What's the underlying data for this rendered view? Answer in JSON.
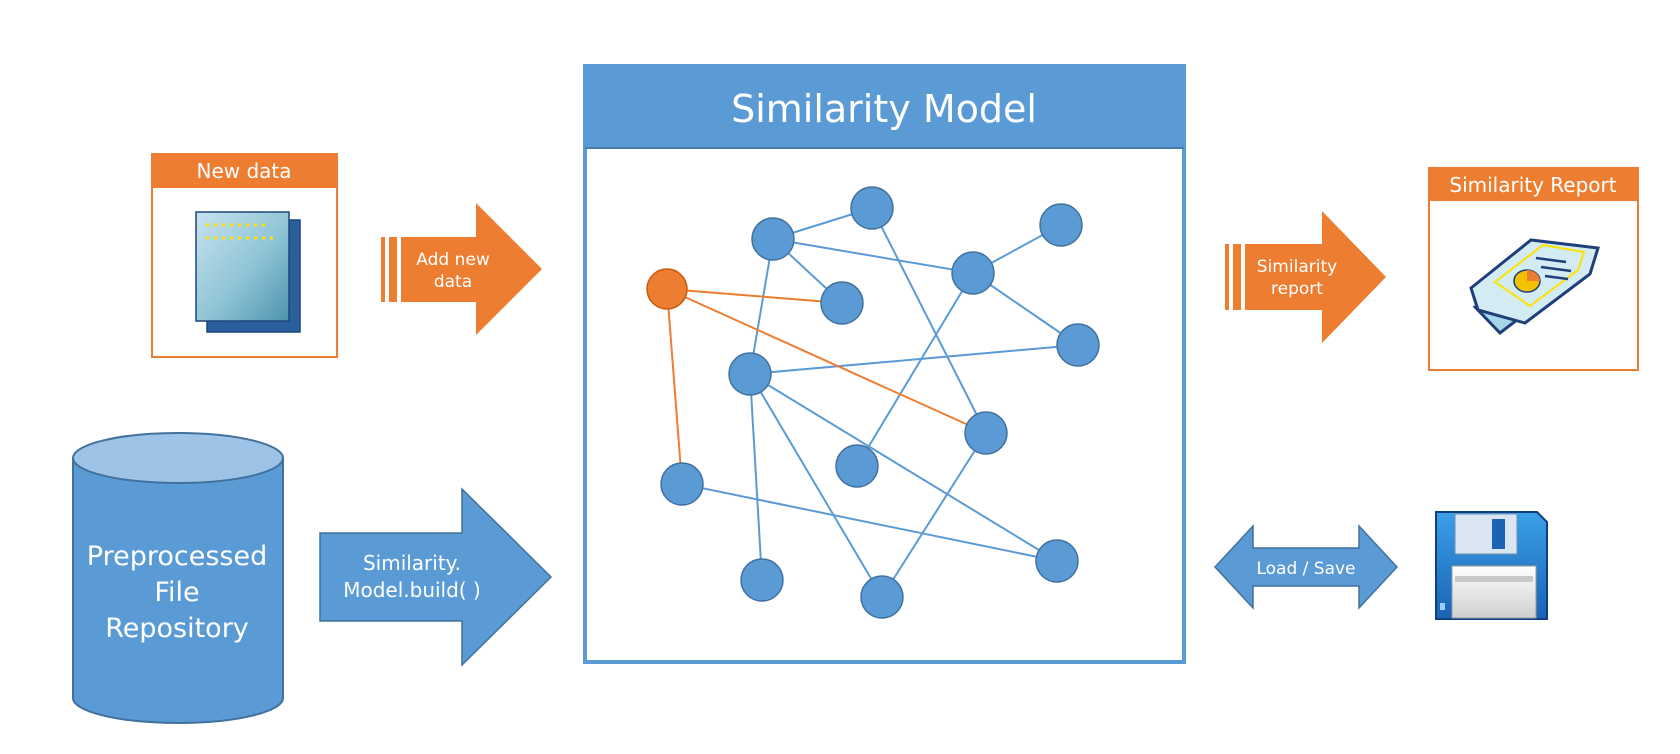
{
  "colors": {
    "blue": "#5b9bd5",
    "blue_dark": "#41719c",
    "orange": "#ed7d31",
    "orange_dark": "#c55a11",
    "white": "#ffffff",
    "doc_yellow": "#ffe100"
  },
  "new_data": {
    "title": "New data",
    "icon": "document-stack-icon"
  },
  "add_arrow": {
    "line1": "Add new",
    "line2": "data"
  },
  "repository": {
    "line1": "Preprocessed",
    "line2": "File",
    "line3": "Repository"
  },
  "build_arrow": {
    "line1": "Similarity.",
    "line2": "Model.build( )"
  },
  "model": {
    "title": "Similarity Model"
  },
  "report_arrow": {
    "line1": "Similarity",
    "line2": "report"
  },
  "report": {
    "title": "Similarity Report",
    "icon": "report-document-icon"
  },
  "load_save": {
    "label": "Load / Save",
    "icon": "floppy-disk-icon"
  }
}
